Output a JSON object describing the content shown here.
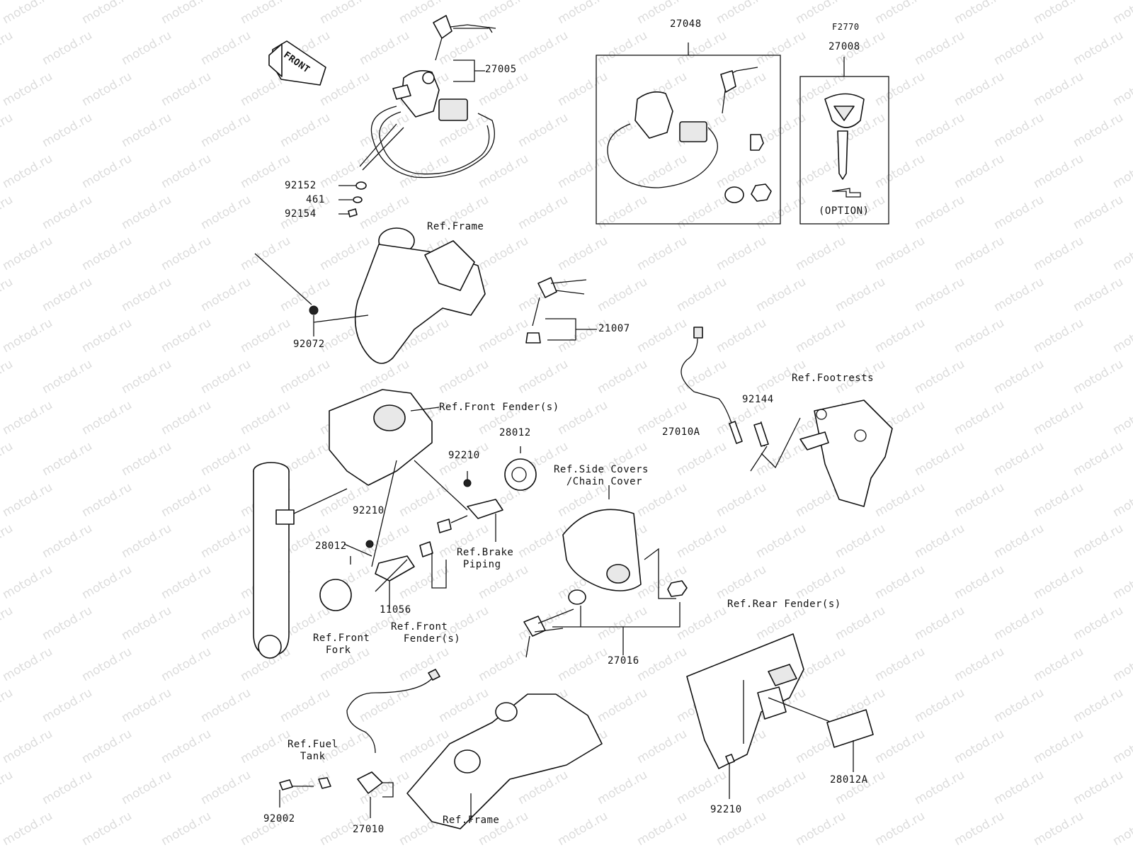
{
  "watermark_text": "motod.ru",
  "front_label": "FRONT",
  "box_27048": {
    "label": "27048"
  },
  "box_27008": {
    "ref": "F2770",
    "label": "27008",
    "option": "(OPTION)"
  },
  "labels": {
    "p27005": "27005",
    "p92152": "92152",
    "p461": "461",
    "p92154": "92154",
    "ref_frame_top": "Ref.Frame",
    "p92072": "92072",
    "p21007": "21007",
    "ref_front_fender_top": "Ref.Front Fender(s)",
    "p28012_r": "28012",
    "p92210_a": "92210",
    "p92210_b": "92210",
    "p28012_l": "28012",
    "p11056": "11056",
    "ref_brake_piping": "Ref.Brake\n Piping",
    "ref_front_fender_bot": "Ref.Front\n  Fender(s)",
    "ref_front_fork": "Ref.Front\n  Fork",
    "ref_side_covers": "Ref.Side Covers\n  /Chain Cover",
    "p27016": "27016",
    "ref_footrests": "Ref.Footrests",
    "p92144": "92144",
    "p27010A": "27010A",
    "ref_rear_fender": "Ref.Rear Fender(s)",
    "p92210_c": "92210",
    "p28012A": "28012A",
    "ref_fuel_tank": "Ref.Fuel\n  Tank",
    "p92002": "92002",
    "p27010": "27010",
    "ref_frame_bot": "Ref.Frame"
  }
}
